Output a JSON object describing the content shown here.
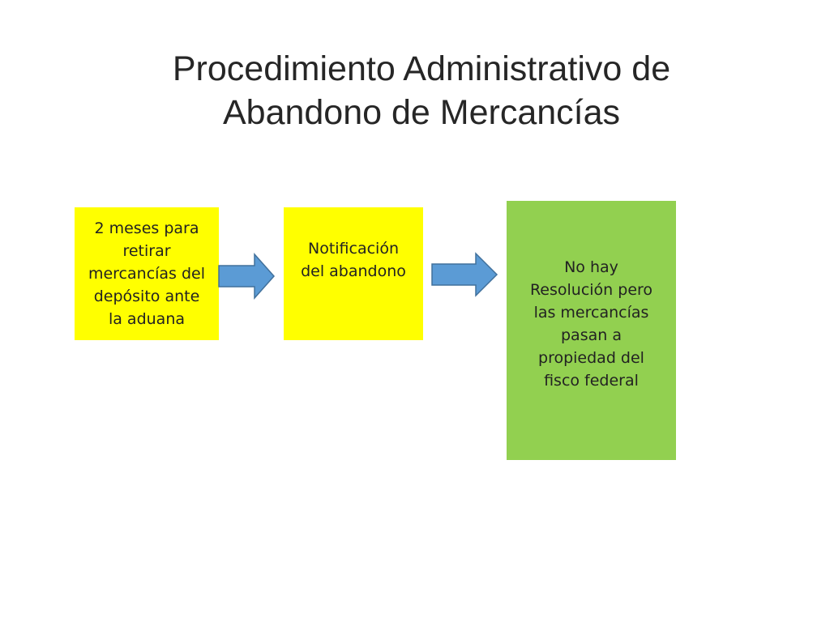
{
  "slide": {
    "title_line1": "Procedimiento Administrativo de",
    "title_line2": "Abandono de Mercancías"
  },
  "flow": {
    "steps": [
      {
        "lines": [
          "2 meses para",
          "retirar",
          "mercancías del",
          "depósito ante",
          "la aduana"
        ],
        "color": "#FFFF00"
      },
      {
        "lines": [
          "Notificación",
          "del abandono"
        ],
        "color": "#FFFF00"
      },
      {
        "lines": [
          "No hay",
          "Resolución pero",
          "las mercancías",
          "pasan a",
          "propiedad del",
          "fisco federal"
        ],
        "color": "#92D050"
      }
    ],
    "arrow_color": "#5B9BD5",
    "arrow_stroke": "#41719C"
  }
}
